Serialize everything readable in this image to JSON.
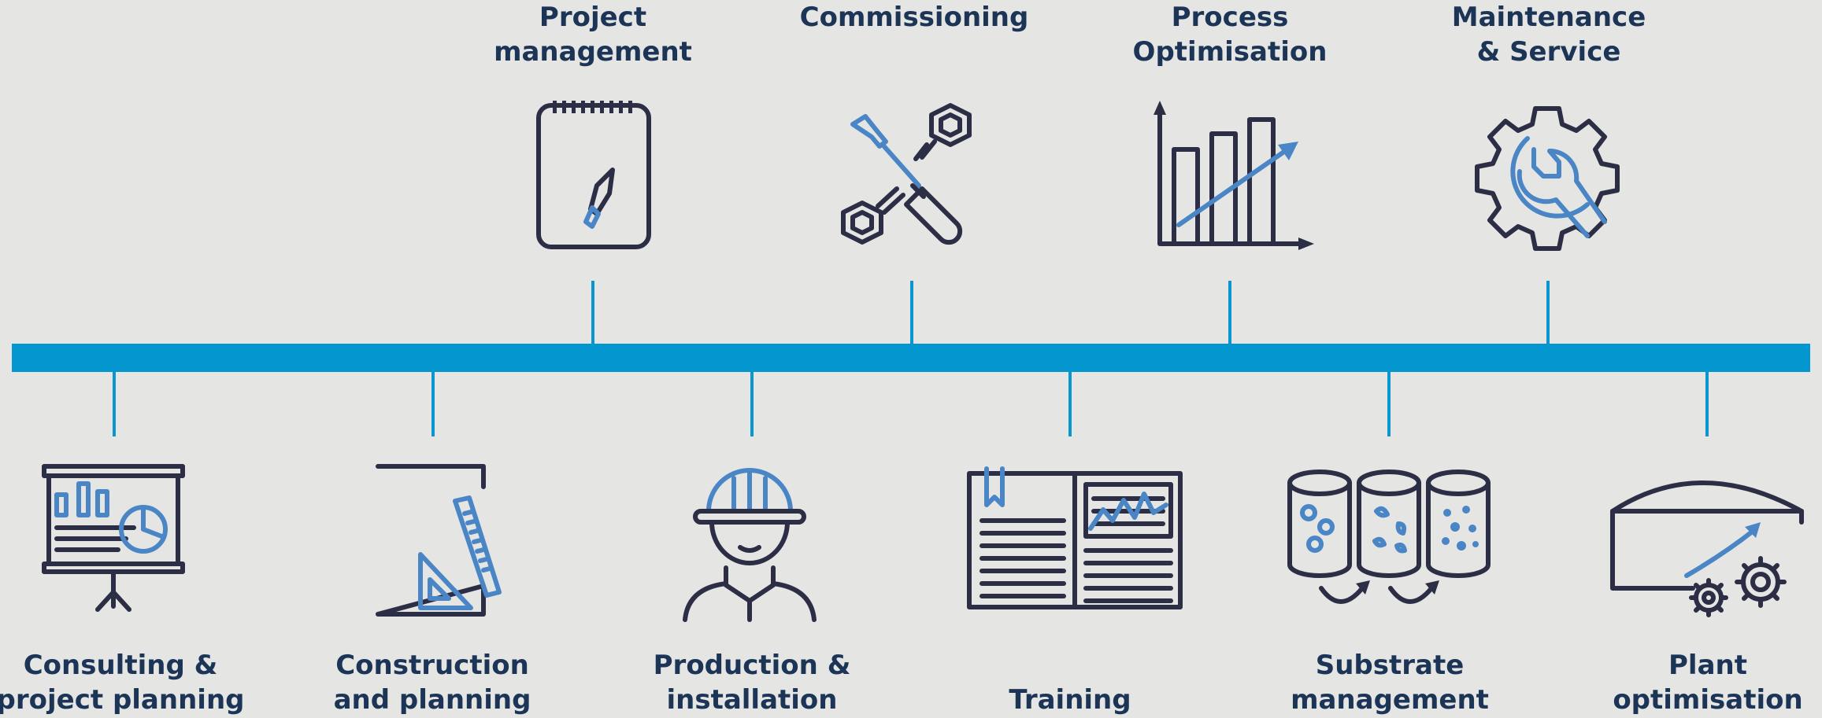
{
  "timeline": {
    "top_items": [
      {
        "line1": "Project",
        "line2": "management",
        "icon": "notepad-pen-icon"
      },
      {
        "line1": "Commissioning",
        "line2": "",
        "icon": "screwdriver-wrench-icon"
      },
      {
        "line1": "Process",
        "line2": "Optimisation",
        "icon": "bar-chart-growth-icon"
      },
      {
        "line1": "Maintenance",
        "line2": "& Service",
        "icon": "gear-wrench-icon"
      }
    ],
    "bottom_items": [
      {
        "line1": "Consulting &",
        "line2": "project planning",
        "icon": "presentation-board-icon"
      },
      {
        "line1": "Construction",
        "line2": "and planning",
        "icon": "blueprint-ruler-icon"
      },
      {
        "line1": "Production &",
        "line2": "installation",
        "icon": "worker-helmet-icon"
      },
      {
        "line1": "",
        "line2": "Training",
        "icon": "open-book-icon"
      },
      {
        "line1": "Substrate",
        "line2": "management",
        "icon": "substrate-tanks-icon"
      },
      {
        "line1": "Plant",
        "line2": "optimisation",
        "icon": "plant-gears-icon"
      }
    ]
  },
  "colors": {
    "accent": "#0496cf",
    "icon_dark": "#2b2e44",
    "icon_blue": "#4a86c5",
    "text": "#1c3557",
    "background": "#e5e5e3"
  }
}
